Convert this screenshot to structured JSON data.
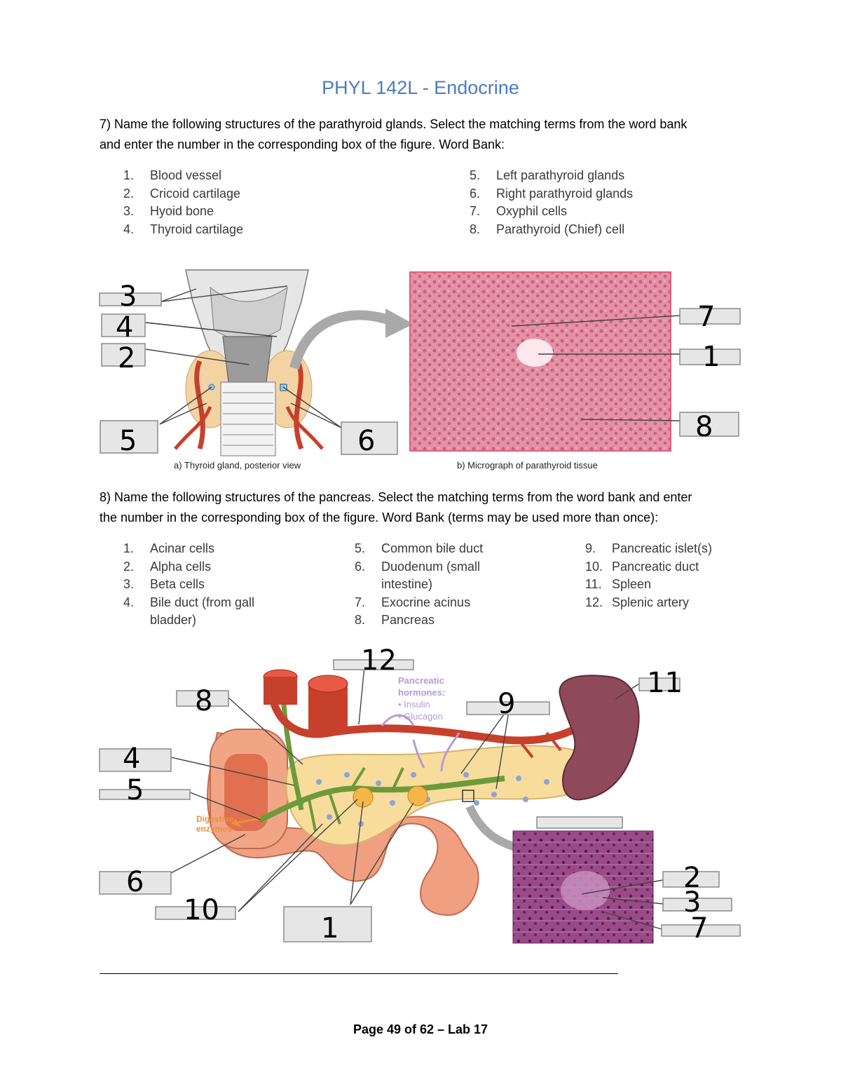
{
  "page_title": "PHYL 142L - Endocrine",
  "q7": {
    "text_line1": "7) Name the following structures of the parathyroid glands.  Select the matching terms from the word bank",
    "text_line2": "and enter the number in the corresponding box of the figure.  Word Bank:",
    "bank": [
      {
        "n": "1.",
        "t": "Blood vessel"
      },
      {
        "n": "2.",
        "t": "Cricoid cartilage"
      },
      {
        "n": "3.",
        "t": "Hyoid bone"
      },
      {
        "n": "4.",
        "t": "Thyroid cartilage"
      },
      {
        "n": "5.",
        "t": "Left parathyroid glands"
      },
      {
        "n": "6.",
        "t": "Right parathyroid glands"
      },
      {
        "n": "7.",
        "t": "Oxyphil cells"
      },
      {
        "n": "8.",
        "t": "Parathyroid (Chief) cell"
      }
    ],
    "caption_a": "a) Thyroid gland, posterior view",
    "caption_b": "b) Micrograph of parathyroid tissue",
    "answers": {
      "hyoid": "3",
      "thyroid_cart": "4",
      "cricoid": "2",
      "left": "5",
      "right": "6",
      "oxyphil": "7",
      "vessel": "1",
      "chief": "8"
    }
  },
  "q8": {
    "text_line1": "8) Name the following structures of the pancreas.  Select the matching terms from the word bank and enter",
    "text_line2": "the number in the corresponding box of the figure.  Word Bank (terms may be used more than once):",
    "bank_col1": [
      {
        "n": "1.",
        "t": "Acinar cells"
      },
      {
        "n": "2.",
        "t": "Alpha cells"
      },
      {
        "n": "3.",
        "t": "Beta cells"
      },
      {
        "n": "4.",
        "t": "Bile duct (from gall"
      },
      {
        "n": "",
        "t": "bladder)"
      }
    ],
    "bank_col2": [
      {
        "n": "5.",
        "t": "Common bile duct"
      },
      {
        "n": "6.",
        "t": "Duodenum (small"
      },
      {
        "n": "",
        "t": "intestine)"
      },
      {
        "n": "7.",
        "t": "Exocrine acinus"
      },
      {
        "n": "8.",
        "t": "Pancreas"
      }
    ],
    "bank_col3": [
      {
        "n": "9.",
        "t": "Pancreatic islet(s)"
      },
      {
        "n": "10.",
        "t": "Pancreatic duct"
      },
      {
        "n": "11.",
        "t": "Spleen"
      },
      {
        "n": "12.",
        "t": "Splenic artery"
      }
    ],
    "figure_labels": {
      "hormones_title1": "Pancreatic",
      "hormones_title2": "hormones:",
      "insulin": "• Insulin",
      "glucagon": "• Glucagon",
      "digestive1": "Digestive",
      "digestive2": "enzymes"
    },
    "answers": {
      "splenic_artery": "12",
      "pancreas": "8",
      "islets": "9",
      "spleen": "11",
      "bile_duct": "4",
      "common_bile": "5",
      "duodenum": "6",
      "duct": "10",
      "acinar": "1",
      "alpha": "2",
      "beta": "3",
      "acinus": "7"
    }
  },
  "footer": "Page 49 of 62 – Lab 17",
  "colors": {
    "title": "#4a7cc2",
    "tissue_pink": "#e38aa0",
    "histo_purple": "#9a4a86",
    "pancreas_yellow": "#f7dc9c",
    "duct_green": "#6c9a3a",
    "artery_red": "#c7402c"
  }
}
